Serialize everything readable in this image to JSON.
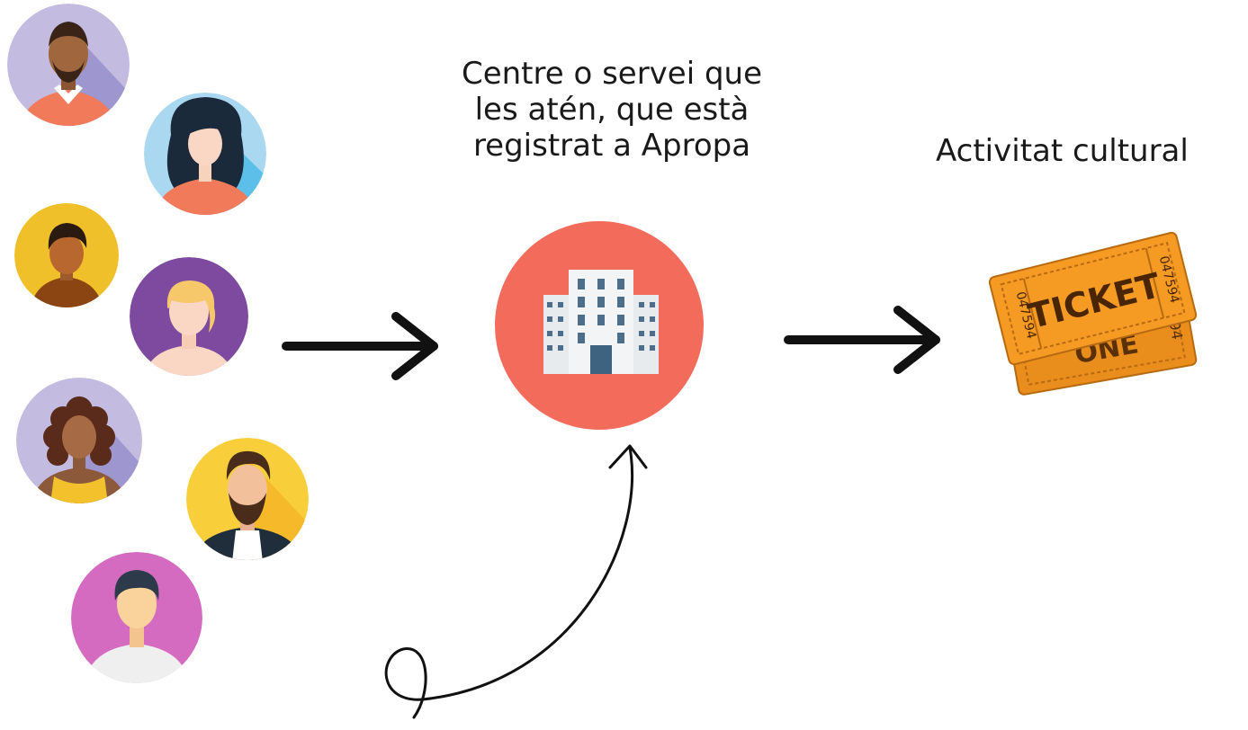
{
  "centre": {
    "label_lines": [
      "Centre o servei que",
      "les atén, que està",
      "registrat a Apropa"
    ],
    "circle_color": "#F26B5B"
  },
  "activity": {
    "label": "Activitat cultural",
    "ticket_front_text": "TICKET",
    "ticket_front_serial": "047594",
    "ticket_back_text": "ONE",
    "ticket_back_serial": "194",
    "ticket_color": "#F59A23"
  },
  "people": [
    {
      "icon": "man-beard-avatar-icon",
      "bg": "#C3BCE0",
      "shirt": "#F07A5A"
    },
    {
      "icon": "woman-long-hair-avatar-icon",
      "bg": "#A9D8F0",
      "shirt": "#F07A5A"
    },
    {
      "icon": "man-short-hair-avatar-icon",
      "bg": "#F0C02A",
      "shirt": "#8B4513"
    },
    {
      "icon": "woman-blonde-avatar-icon",
      "bg": "#7D4AA0",
      "shirt": "#FAD6C4"
    },
    {
      "icon": "woman-curly-hair-avatar-icon",
      "bg": "#C3BCE0",
      "shirt": "#F3C12C"
    },
    {
      "icon": "man-hipster-avatar-icon",
      "bg": "#F8CF3B",
      "shirt": "#1F2E3A"
    },
    {
      "icon": "man-dark-hair-avatar-icon",
      "bg": "#D56AC1",
      "shirt": "#EFEFEF"
    }
  ],
  "icons": {
    "arrow_people_to_centre": "right-arrow-icon",
    "arrow_centre_to_activity": "right-arrow-icon",
    "loop_arrow": "loop-arrow-icon",
    "building": "building-icon",
    "tickets": "tickets-icon"
  }
}
